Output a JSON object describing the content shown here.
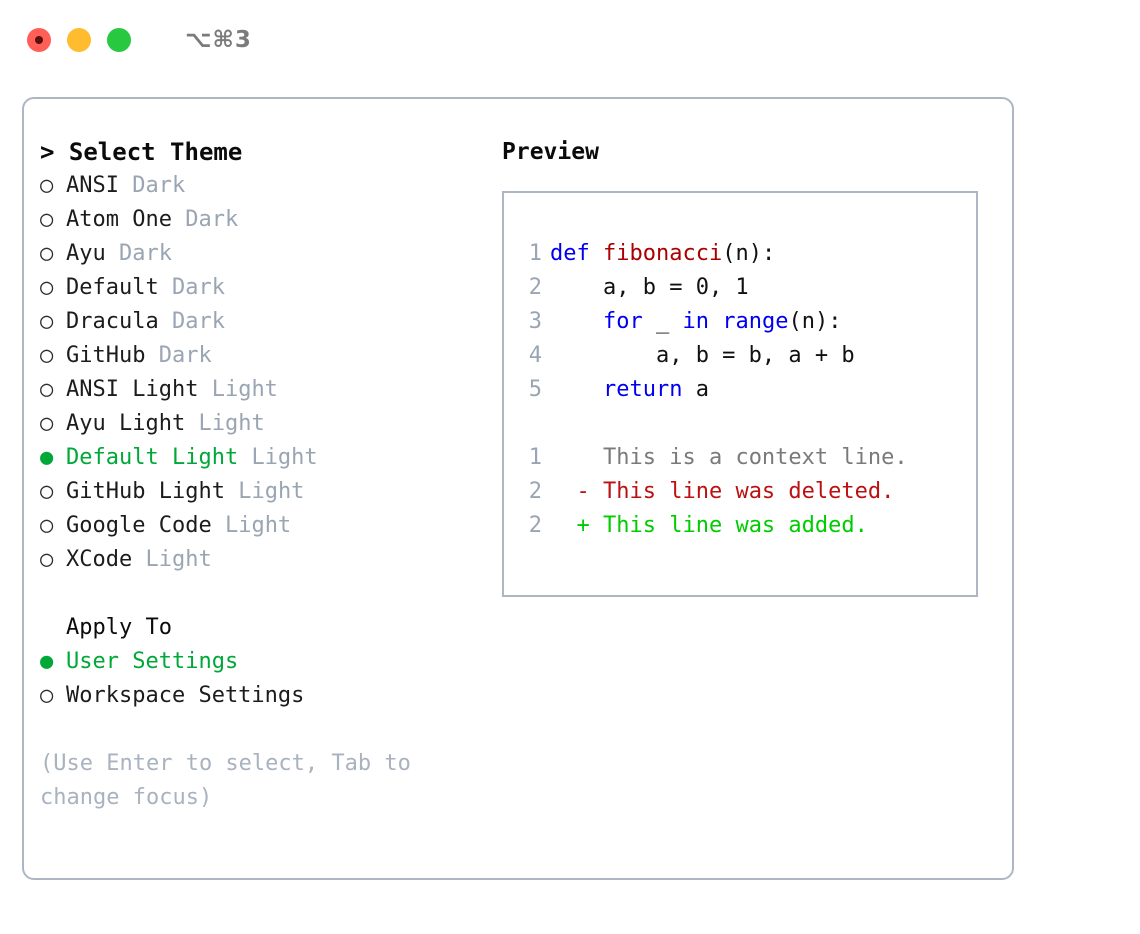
{
  "window": {
    "shortcut": "⌥⌘3",
    "traffic_lights": [
      {
        "name": "close",
        "color": "#ff5f57"
      },
      {
        "name": "minimize",
        "color": "#febc2e"
      },
      {
        "name": "maximize",
        "color": "#28c840"
      }
    ]
  },
  "colors": {
    "selected_green": "#00a838",
    "muted": "#9aa5b4",
    "hint": "#a9b2bf",
    "border": "#adb7c4",
    "keyword_blue": "#0000ee",
    "function_red": "#aa0000",
    "diff_add_green": "#00cc00",
    "diff_del_red": "#bb1111",
    "diff_ctx_gray": "#7a7a7a"
  },
  "theme_list": {
    "heading": "> Select Theme",
    "marker_selected": "●",
    "marker_unselected": "○",
    "items": [
      {
        "name": "ANSI",
        "tag": "Dark",
        "selected": false
      },
      {
        "name": "Atom One",
        "tag": "Dark",
        "selected": false
      },
      {
        "name": "Ayu",
        "tag": "Dark",
        "selected": false
      },
      {
        "name": "Default",
        "tag": "Dark",
        "selected": false
      },
      {
        "name": "Dracula",
        "tag": "Dark",
        "selected": false
      },
      {
        "name": "GitHub",
        "tag": "Dark",
        "selected": false
      },
      {
        "name": "ANSI Light",
        "tag": "Light",
        "selected": false
      },
      {
        "name": "Ayu Light",
        "tag": "Light",
        "selected": false
      },
      {
        "name": "Default Light",
        "tag": "Light",
        "selected": true
      },
      {
        "name": "GitHub Light",
        "tag": "Light",
        "selected": false
      },
      {
        "name": "Google Code",
        "tag": "Light",
        "selected": false
      },
      {
        "name": "XCode",
        "tag": "Light",
        "selected": false
      }
    ]
  },
  "apply_to": {
    "label": "Apply To",
    "items": [
      {
        "name": "User Settings",
        "selected": true
      },
      {
        "name": "Workspace Settings",
        "selected": false
      }
    ]
  },
  "hint": "(Use Enter to select, Tab to change focus)",
  "preview": {
    "title": "Preview",
    "code_lines": [
      {
        "num": "1",
        "tokens": [
          {
            "t": "def",
            "c": "kw"
          },
          {
            "t": " ",
            "c": "plain"
          },
          {
            "t": "fibonacci",
            "c": "fn"
          },
          {
            "t": "(n):",
            "c": "plain"
          }
        ]
      },
      {
        "num": "2",
        "tokens": [
          {
            "t": "    a, b = 0, 1",
            "c": "plain"
          }
        ]
      },
      {
        "num": "3",
        "tokens": [
          {
            "t": "    ",
            "c": "plain"
          },
          {
            "t": "for",
            "c": "kw"
          },
          {
            "t": " _ ",
            "c": "plain"
          },
          {
            "t": "in",
            "c": "kw"
          },
          {
            "t": " ",
            "c": "plain"
          },
          {
            "t": "range",
            "c": "kw"
          },
          {
            "t": "(n):",
            "c": "plain"
          }
        ]
      },
      {
        "num": "4",
        "tokens": [
          {
            "t": "        a, b = b, a + b",
            "c": "plain"
          }
        ]
      },
      {
        "num": "5",
        "tokens": [
          {
            "t": "    ",
            "c": "plain"
          },
          {
            "t": "return",
            "c": "kw"
          },
          {
            "t": " a",
            "c": "plain"
          }
        ]
      }
    ],
    "diff_lines": [
      {
        "num": "1",
        "marker": " ",
        "text": " This is a context line.",
        "kind": "diff-ctx"
      },
      {
        "num": "2",
        "marker": "-",
        "text": " This line was deleted.",
        "kind": "diff-del"
      },
      {
        "num": "2",
        "marker": "+",
        "text": " This line was added.",
        "kind": "diff-add"
      }
    ]
  }
}
